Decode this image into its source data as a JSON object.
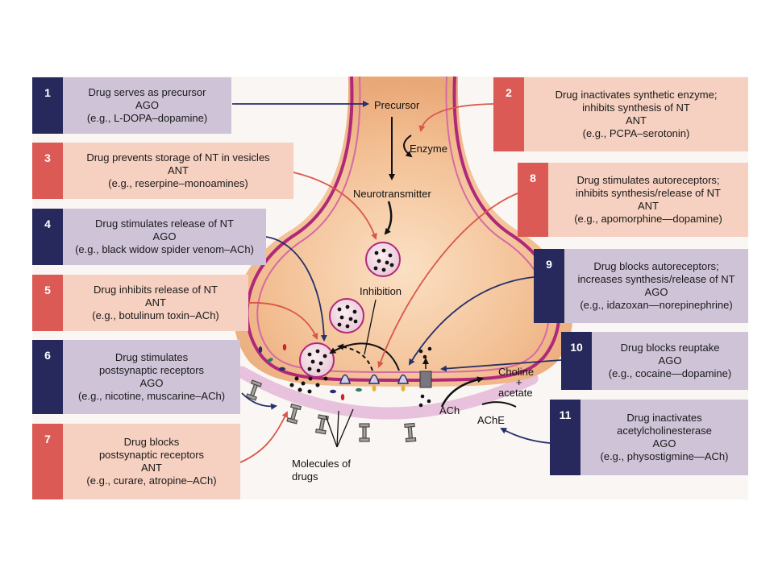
{
  "boxes": [
    {
      "num": "1",
      "lines": [
        "Drug serves as precursor",
        "AGO",
        "(e.g., L-DOPA–dopamine)"
      ]
    },
    {
      "num": "2",
      "lines": [
        "Drug inactivates synthetic enzyme;",
        "inhibits synthesis of NT",
        "ANT",
        "(e.g., PCPA–serotonin)"
      ]
    },
    {
      "num": "3",
      "lines": [
        "Drug prevents storage of NT in vesicles",
        "ANT",
        "(e.g., reserpine–monoamines)"
      ]
    },
    {
      "num": "4",
      "lines": [
        "Drug stimulates release of NT",
        "AGO",
        "(e.g., black widow spider venom–ACh)"
      ]
    },
    {
      "num": "5",
      "lines": [
        "Drug inhibits release of NT",
        "ANT",
        "(e.g., botulinum toxin–ACh)"
      ]
    },
    {
      "num": "6",
      "lines": [
        "Drug stimulates",
        "postsynaptic receptors",
        "AGO",
        "(e.g., nicotine, muscarine–ACh)"
      ]
    },
    {
      "num": "7",
      "lines": [
        "Drug blocks",
        "postsynaptic receptors",
        "ANT",
        "(e.g., curare, atropine–ACh)"
      ]
    },
    {
      "num": "8",
      "lines": [
        "Drug stimulates autoreceptors;",
        "inhibits synthesis/release of NT",
        "ANT",
        "(e.g., apomorphine—dopamine)"
      ]
    },
    {
      "num": "9",
      "lines": [
        "Drug blocks autoreceptors;",
        "increases synthesis/release of NT",
        "AGO",
        "(e.g., idazoxan—norepinephrine)"
      ]
    },
    {
      "num": "10",
      "lines": [
        "Drug blocks reuptake",
        "AGO",
        "(e.g., cocaine—dopamine)"
      ]
    },
    {
      "num": "11",
      "lines": [
        "Drug inactivates",
        "acetylcholinesterase",
        "AGO",
        "(e.g., physostigmine—ACh)"
      ]
    }
  ],
  "labels": {
    "precursor": "Precursor",
    "enzyme": "Enzyme",
    "neurotransmitter": "Neurotransmitter",
    "inhibition": "Inhibition",
    "choline": "Choline",
    "plus": "+",
    "acetate": "acetate",
    "ach": "ACh",
    "ache": "AChE",
    "molecules_1": "Molecules of",
    "molecules_2": "drugs"
  },
  "colors": {
    "agonist_box": "#cfc3d8",
    "agonist_tag": "#27285c",
    "antagonist_box": "#f6d0c0",
    "antagonist_tag": "#db5a55",
    "terminal_fill": "#f3c196",
    "membrane": "#b0287a",
    "agonist_arrow": "#26306a",
    "antagonist_arrow": "#d9574a",
    "postsynaptic": "#e8c2dd"
  }
}
